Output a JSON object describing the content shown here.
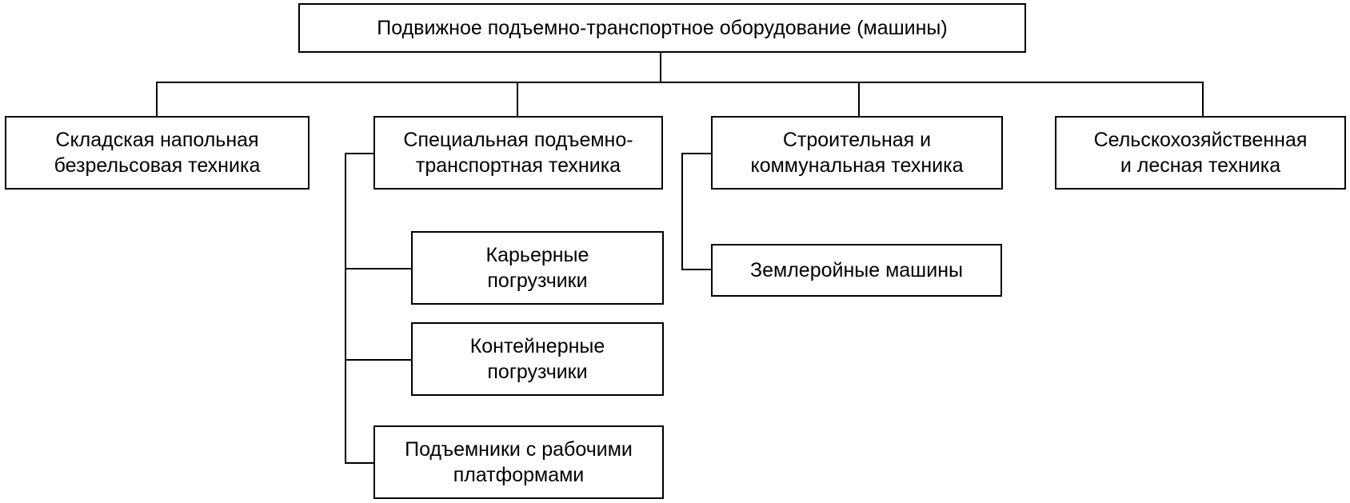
{
  "diagram": {
    "root": "Подвижное подъемно-транспортное оборудование (машины)",
    "categories": [
      {
        "label": "Складская напольная\nбезрельсовая техника",
        "children": []
      },
      {
        "label": "Специальная подъемно-\nтранспортная техника",
        "children": [
          "Карьерные\nпогрузчики",
          "Контейнерные\nпогрузчики",
          "Подъемники с рабочими\nплатформами"
        ]
      },
      {
        "label": "Строительная и\nкоммунальная техника",
        "children": [
          "Землеройные машины"
        ]
      },
      {
        "label": "Сельскохозяйственная\nи лесная техника",
        "children": []
      }
    ],
    "colors": {
      "line": "#000000",
      "box_border": "#000000",
      "background": "#ffffff"
    }
  }
}
